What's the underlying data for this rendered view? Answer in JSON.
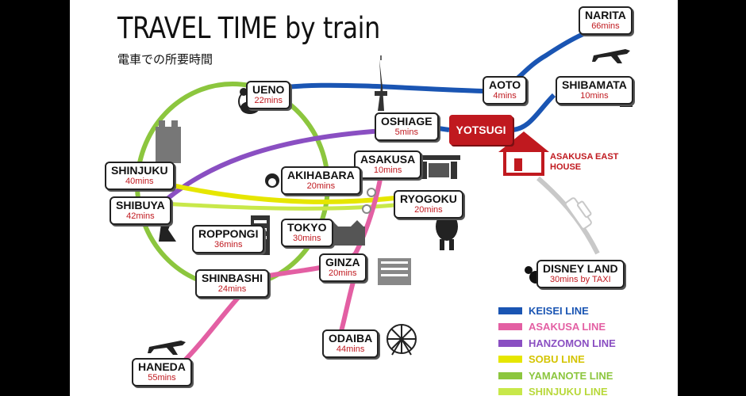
{
  "title": "TRAVEL TIME by train",
  "subtitle": "電車での所要時間",
  "stations": {
    "narita": {
      "name": "NARITA",
      "time": "66mins"
    },
    "aoto": {
      "name": "AOTO",
      "time": "4mins"
    },
    "shibamata": {
      "name": "SHIBAMATA",
      "time": "10mins"
    },
    "ueno": {
      "name": "UENO",
      "time": "22mins"
    },
    "oshiage": {
      "name": "OSHIAGE",
      "time": "5mins"
    },
    "asakusa": {
      "name": "ASAKUSA",
      "time": "10mins"
    },
    "shinjuku": {
      "name": "SHINJUKU",
      "time": "40mins"
    },
    "akihabara": {
      "name": "AKIHABARA",
      "time": "20mins"
    },
    "ryogoku": {
      "name": "RYOGOKU",
      "time": "20mins"
    },
    "shibuya": {
      "name": "SHIBUYA",
      "time": "42mins"
    },
    "roppongi": {
      "name": "ROPPONGI",
      "time": "36mins"
    },
    "tokyo": {
      "name": "TOKYO",
      "time": "30mins"
    },
    "ginza": {
      "name": "GINZA",
      "time": "20mins"
    },
    "shinbashi": {
      "name": "SHINBASHI",
      "time": "24mins"
    },
    "disney": {
      "name": "DISNEY LAND",
      "time": "30mins by TAXI"
    },
    "odaiba": {
      "name": "ODAIBA",
      "time": "44mins"
    },
    "haneda": {
      "name": "HANEDA",
      "time": "55mins"
    }
  },
  "yotsugi": "YOTSUGI",
  "house": "ASAKUSA EAST HOUSE",
  "legend": [
    {
      "label": "KEISEI LINE",
      "color": "#1a55b3"
    },
    {
      "label": "ASAKUSA LINE",
      "color": "#e35fa3"
    },
    {
      "label": "HANZOMON LINE",
      "color": "#8a4fc2"
    },
    {
      "label": "SOBU LINE",
      "color": "#e6e600"
    },
    {
      "label": "YAMANOTE LINE",
      "color": "#8cc63e"
    },
    {
      "label": "SHINJUKU LINE",
      "color": "#c8e84a"
    }
  ],
  "colors": {
    "keisei": "#1a55b3",
    "asakusa": "#e35fa3",
    "hanzomon": "#8a4fc2",
    "sobu": "#e6e600",
    "yamanote": "#8cc63e",
    "shinjuku": "#c8e84a",
    "taxi": "#c8c8c8",
    "accent": "#c0191f"
  },
  "icons": [
    "plane-icon",
    "tora-san-statue-icon",
    "panda-icon",
    "skytree-icon",
    "government-building-icon",
    "kaminarimon-gate-icon",
    "maid-icon",
    "sumo-wrestler-icon",
    "hachiko-dog-icon",
    "roppongi-hills-icon",
    "tokyo-station-icon",
    "ginza-building-icon",
    "mickey-icon",
    "ferris-wheel-icon",
    "taxi-icon",
    "house-icon"
  ]
}
